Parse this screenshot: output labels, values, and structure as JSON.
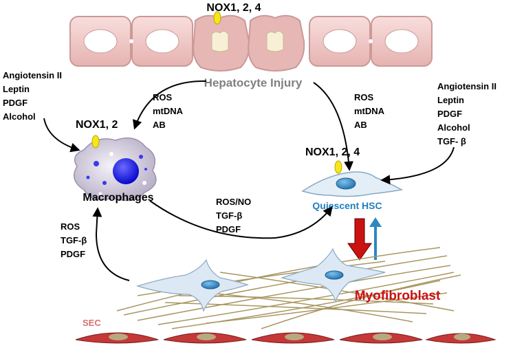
{
  "labels": {
    "nox_top": "NOX1, 2, 4",
    "hepatocyte_injury": "Hepatocyte Injury",
    "left_stimuli": [
      "Angiotensin II",
      "Leptin",
      "PDGF",
      "Alcohol"
    ],
    "right_stimuli": [
      "Angiotensin II",
      "Leptin",
      "PDGF",
      "Alcohol",
      "TGF- β"
    ],
    "left_damage": [
      "ROS",
      "mtDNA",
      "AB"
    ],
    "right_damage": [
      "ROS",
      "mtDNA",
      "AB"
    ],
    "nox_macrophage": "NOX1, 2",
    "nox_hsc": "NOX1, 2, 4",
    "macrophages": "Macrophages",
    "quiescent_hsc": "Quiescent HSC",
    "mac_to_hsc": [
      "ROS/NO",
      "TGF-β",
      "PDGF"
    ],
    "myo_to_mac": [
      "ROS",
      "TGF-β",
      "PDGF"
    ],
    "myofibroblast": "Myofibroblast",
    "sec": "SEC"
  },
  "colors": {
    "hepatocyte_fill": "#f1c9c7",
    "hepatocyte_border": "#c99a98",
    "injury_text": "#808080",
    "nox_yellow": "#f6e61a",
    "macrophage_fill": "#ddd8e8",
    "macrophage_nucleus": "#1a1aee",
    "hsc_fill": "#e3eef7",
    "hsc_nucleus": "#2e86c1",
    "hsc_text": "#1f7fc0",
    "myofibroblast_text": "#cc1111",
    "fiber": "#a89660",
    "sec_fill": "#c43838",
    "sec_nucleus": "#b8a880",
    "sec_text": "#d97070",
    "arrow_down": "#cc1111",
    "arrow_up": "#2e86c1"
  },
  "icons": [
    "nox-enzyme-icon",
    "macrophage-cell-icon",
    "stellate-cell-icon",
    "myofibroblast-icon",
    "endothelial-cell-icon"
  ]
}
